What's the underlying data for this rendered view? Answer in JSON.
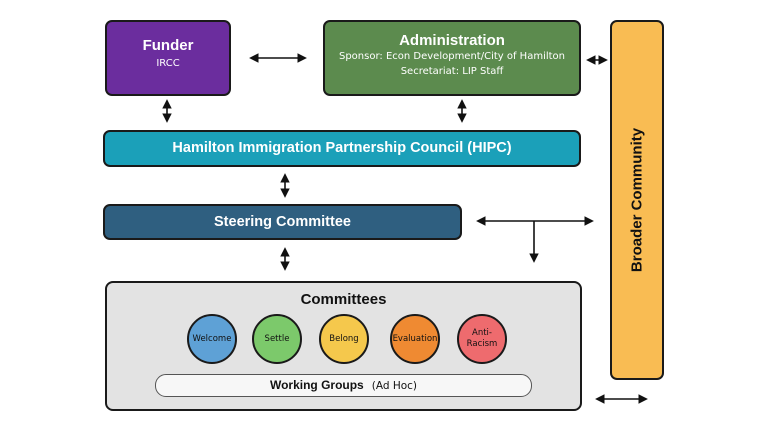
{
  "funder": {
    "title": "Funder",
    "subtitle": "IRCC"
  },
  "administration": {
    "title": "Administration",
    "sponsor": "Sponsor: Econ Development/City of Hamilton",
    "secretariat": "Secretariat: LIP Staff"
  },
  "hipc": {
    "title": "Hamilton Immigration Partnership Council (HIPC)"
  },
  "steering": {
    "title": "Steering Committee"
  },
  "broader": {
    "title": "Broader Community"
  },
  "committees": {
    "title": "Committees",
    "items": [
      "Welcome",
      "Settle",
      "Belong",
      "Evaluation",
      "Anti-\nRacism"
    ],
    "working_groups": {
      "label": "Working Groups",
      "note": "(Ad Hoc)"
    }
  },
  "colors": {
    "funder": "#6b2d9e",
    "administration": "#5c8b4e",
    "hipc": "#1ba0b9",
    "steering": "#2f5f80",
    "broader": "#f9bc53",
    "committees_panel": "#e3e3e3",
    "welcome": "#5ea1d6",
    "settle": "#7cc96b",
    "belong": "#f5c84c",
    "evaluation": "#ef8a32",
    "anti_racism": "#ee6b6e"
  }
}
